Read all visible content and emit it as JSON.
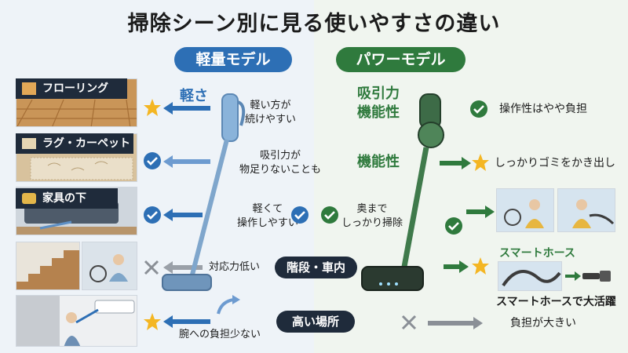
{
  "title": "掃除シーン別に見る使いやすさの違い",
  "left_header": "軽量モデル",
  "right_header": "パワーモデル",
  "light_label": "軽さ",
  "scenes": [
    {
      "label": "フローリング",
      "icon": "floor-icon"
    },
    {
      "label": "ラグ・カーペット",
      "icon": "rug-icon"
    },
    {
      "label": "家具の下",
      "icon": "sofa-icon"
    }
  ],
  "left_notes": {
    "row1": [
      "軽い方が",
      "続けやすい"
    ],
    "row2": [
      "吸引力が",
      "物足りないことも"
    ],
    "row3": [
      "軽くて",
      "操作しやすい"
    ],
    "row4": "対応力低い",
    "row5": "腕への負担少ない"
  },
  "center_pills": {
    "stairs_car": "階段・車内",
    "high_places": "高い場所"
  },
  "right_notes": {
    "row1_feature": [
      "吸引力",
      "機能性"
    ],
    "row1_result": "操作性はやや負担",
    "row2_feature": "機能性",
    "row2_result": "しっかりゴミをかき出し",
    "row3": [
      "奥まで",
      "しっかり掃除"
    ],
    "smart_hose_title": "スマートホース",
    "smart_hose_caption": "スマートホースで大活躍",
    "row5_result": "負担が大きい"
  },
  "colors": {
    "blue": "#2d6fb5",
    "green": "#2f7a3d",
    "star": "#f4b623",
    "check_blue": "#2d6fb5",
    "check_green": "#2f7a3d",
    "cross": "#8a8f96",
    "dark": "#1f2b3b"
  }
}
